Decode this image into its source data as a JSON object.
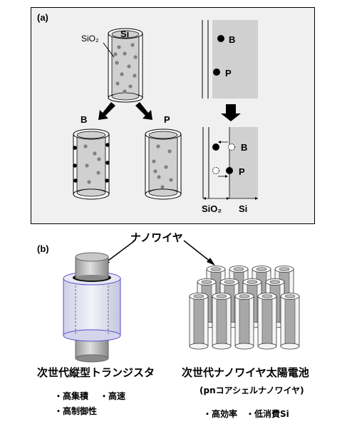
{
  "panel_a": {
    "label": "(a)",
    "sio2_label": "SiO₂",
    "si_label": "Si",
    "b_label": "B",
    "p_label": "P",
    "bottom_axis_sio2": "SiO₂",
    "bottom_axis_si": "Si"
  },
  "panel_b": {
    "label": "(b)",
    "nanowire_title": "ナノワイヤ",
    "left_title": "次世代縦型トランジスタ",
    "left_feature_1": "・高集積",
    "left_feature_2": "・高速",
    "left_feature_3": "・高制御性",
    "right_title": "次世代ナノワイヤ太陽電池",
    "right_subtitle": "(pnコアシェルナノワイヤ)",
    "right_feature_1": "・高効率",
    "right_feature_2": "・低消費Si"
  },
  "colors": {
    "panel_bg": "#f0f0f0",
    "dopant_gray": "#808080",
    "shell_purple": "#6a5acd",
    "si_gray": "#d0d0d0"
  }
}
